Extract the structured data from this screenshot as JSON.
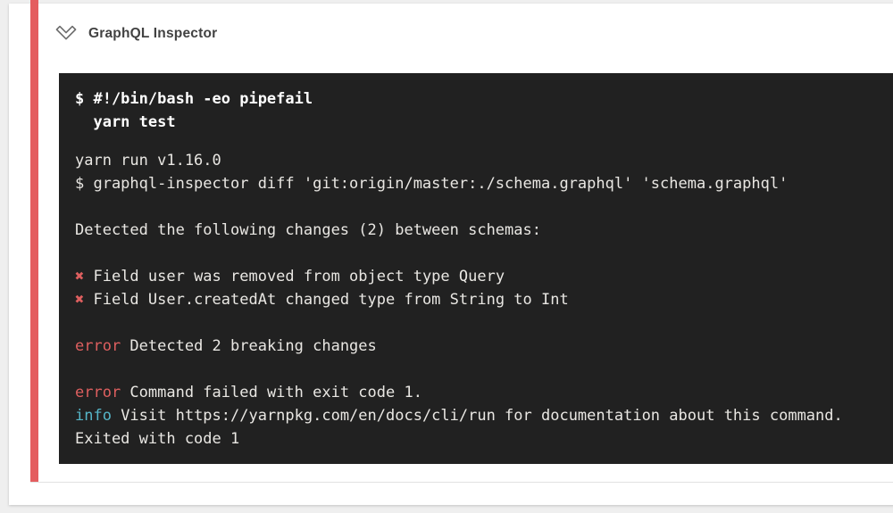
{
  "colors": {
    "page_bg": "#efefef",
    "accent_fail": "#e45d5f",
    "terminal_bg": "#212121",
    "terminal_fg": "#e9e7e3",
    "terminal_cmd": "#ffffff",
    "error_red": "#de5f5f",
    "info_cyan": "#56b6c8"
  },
  "header": {
    "title": "GraphQL Inspector",
    "collapse_icon": "chevron-double-down-icon"
  },
  "terminal": {
    "command_lines": [
      "$ #!/bin/bash -eo pipefail",
      "  yarn test"
    ],
    "output_lines": [
      [
        {
          "t": "yarn run v1.16.0",
          "c": "fg"
        }
      ],
      [
        {
          "t": "$ graphql-inspector diff 'git:origin/master:./schema.graphql' 'schema.graphql'",
          "c": "fg"
        }
      ],
      [],
      [
        {
          "t": "Detected the following changes (2) between schemas:",
          "c": "fg"
        }
      ],
      [],
      [
        {
          "t": "✖",
          "c": "red"
        },
        {
          "t": " Field user was removed from object type Query",
          "c": "fg"
        }
      ],
      [
        {
          "t": "✖",
          "c": "red"
        },
        {
          "t": " Field User.createdAt changed type from String to Int",
          "c": "fg"
        }
      ],
      [],
      [
        {
          "t": "error",
          "c": "red"
        },
        {
          "t": " Detected 2 breaking changes",
          "c": "fg"
        }
      ],
      [],
      [
        {
          "t": "error",
          "c": "red"
        },
        {
          "t": " Command failed with exit code 1.",
          "c": "fg"
        }
      ],
      [
        {
          "t": "info",
          "c": "cyan"
        },
        {
          "t": " Visit https://yarnpkg.com/en/docs/cli/run for documentation about this command.",
          "c": "fg"
        }
      ],
      [
        {
          "t": "Exited with code 1",
          "c": "fg"
        }
      ]
    ]
  }
}
